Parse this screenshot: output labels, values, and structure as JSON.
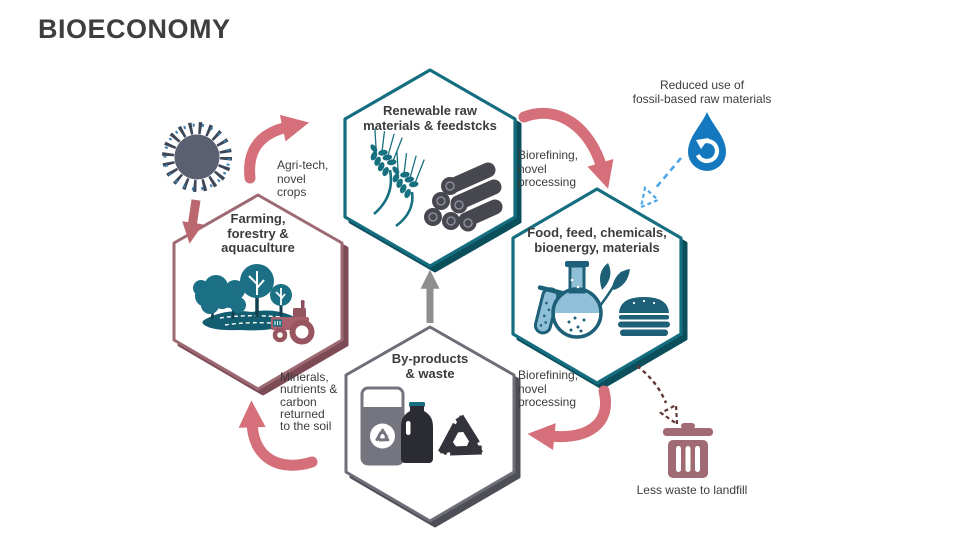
{
  "title": "BIOECONOMY",
  "hexes": {
    "renewable": {
      "label": "Renewable raw\nmaterials & feedstcks"
    },
    "food": {
      "label": "Food, feed, chemicals,\nbioenergy, materials"
    },
    "byproducts": {
      "label": "By-products\n& waste"
    },
    "farming": {
      "label": "Farming,\nforestry &\naquaculture"
    }
  },
  "annotations": {
    "agritech": "Agri-tech,\nnovel\ncrops",
    "biorefining_top": "Biorefining,\nnovel\nprocessing",
    "biorefining_bottom": "Biorefining,\nnovel\nprocessing",
    "minerals": "Minerals,\nnutrients &\ncarbon\nreturned\nto the soil",
    "reduced_fossil": "Reduced use of\nfossil-based raw materials",
    "less_waste": "Less waste to landfill"
  },
  "icons": {
    "sun": "sun-icon",
    "water_drop": "water-drop-recycle-icon",
    "trash_can": "trash-can-icon",
    "wheat": "wheat-icon",
    "logs": "logs-icon",
    "test_tube": "test-tube-icon",
    "flask": "flask-icon",
    "leaves": "leaves-icon",
    "burger": "burger-icon",
    "trees": "trees-icon",
    "tractor": "tractor-icon",
    "waste_bin": "waste-bin-icon",
    "bottle": "bottle-icon",
    "recycle": "recycle-arrows-icon"
  },
  "colors": {
    "teal": "#156e80",
    "teal_dark": "#0c4f5c",
    "teal_icon": "#1b7086",
    "maroon": "#9d6a73",
    "maroon_dark": "#7d4b55",
    "gray_hex": "#6e6e78",
    "gray_hex_dark": "#4e4e57",
    "rose_arrow": "#d5707a",
    "sun_arrow": "#bb6770",
    "gray_arrow": "#8e8e8e",
    "drop_blue": "#1478be",
    "dash_blue": "#4da6e8",
    "dash_dark_red": "#5e3636",
    "trash_rose": "#a06b73",
    "text": "#3c3c3c"
  }
}
